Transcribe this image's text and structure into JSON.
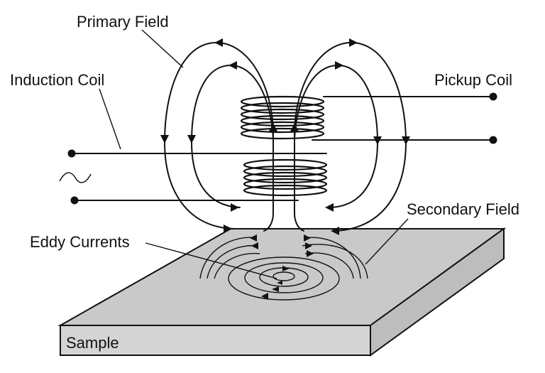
{
  "labels": {
    "primary_field": "Primary Field",
    "induction_coil": "Induction Coil",
    "pickup_coil": "Pickup Coil",
    "secondary_field": "Secondary Field",
    "eddy_currents": "Eddy Currents",
    "sample": "Sample"
  },
  "colors": {
    "line": "#111111",
    "sample_top": "#c9c9c9",
    "sample_front": "#d4d4d4",
    "sample_side": "#bdbdbd"
  },
  "icons": {
    "ac_source": "sine-wave-icon"
  }
}
